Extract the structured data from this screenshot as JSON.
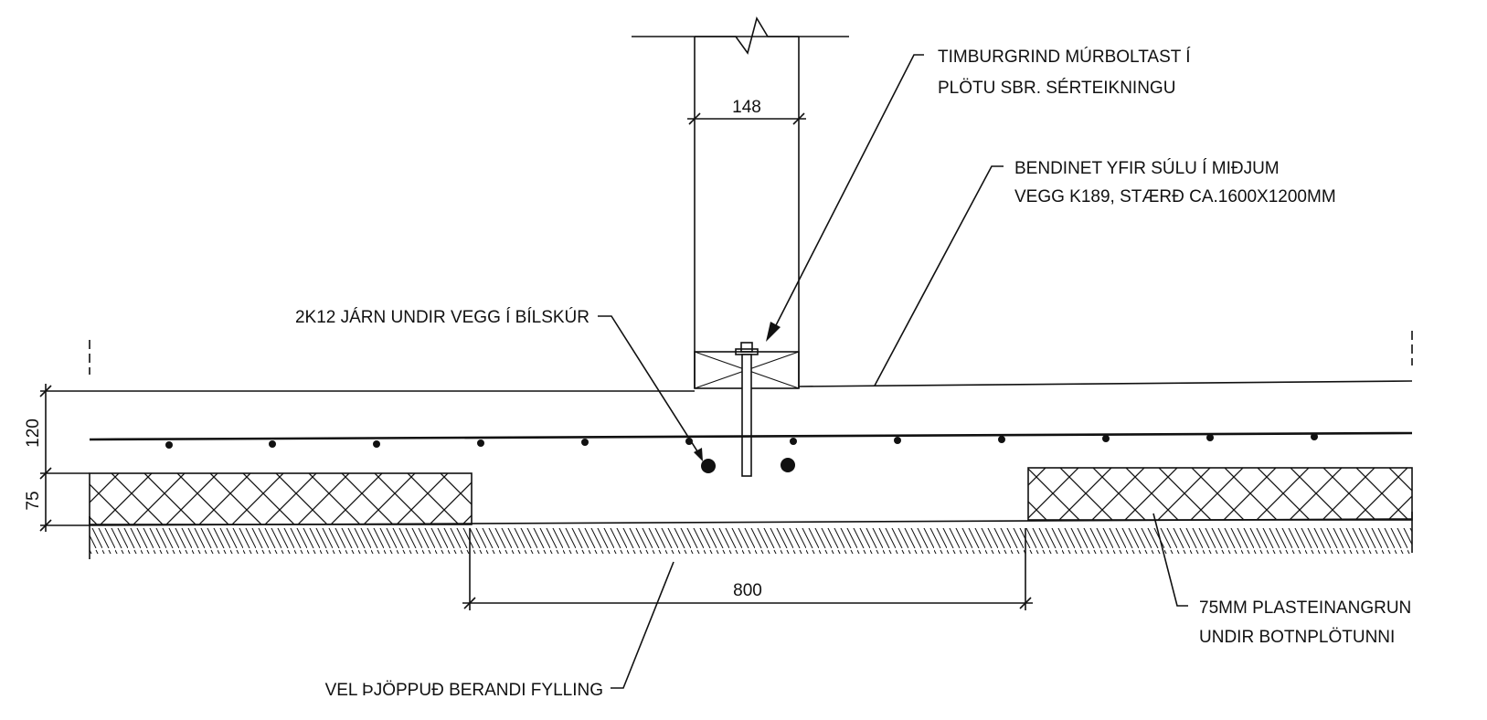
{
  "diagram": {
    "dimensions": {
      "wall_width": "148",
      "slab_thickness": "120",
      "insulation_thickness": "75",
      "gap_width": "800"
    },
    "annotations": {
      "timber_frame_line1": "TIMBURGRIND MÚRBOLTAST Í",
      "timber_frame_line2": "PLÖTU SBR. SÉRTEIKNINGU",
      "mesh_line1": "BENDINET YFIR SÚLU Í MIÐJUM",
      "mesh_line2": "VEGG K189, STÆRÐ CA.1600X1200MM",
      "rebar_label": "2K12 JÁRN UNDIR VEGG Í BÍLSKÚR",
      "insulation_line1": "75MM PLASTEINANGRUN",
      "insulation_line2": "UNDIR BOTNPLÖTUNNI",
      "fill_label": "VEL ÞJÖPPUÐ BERANDI FYLLING"
    }
  }
}
